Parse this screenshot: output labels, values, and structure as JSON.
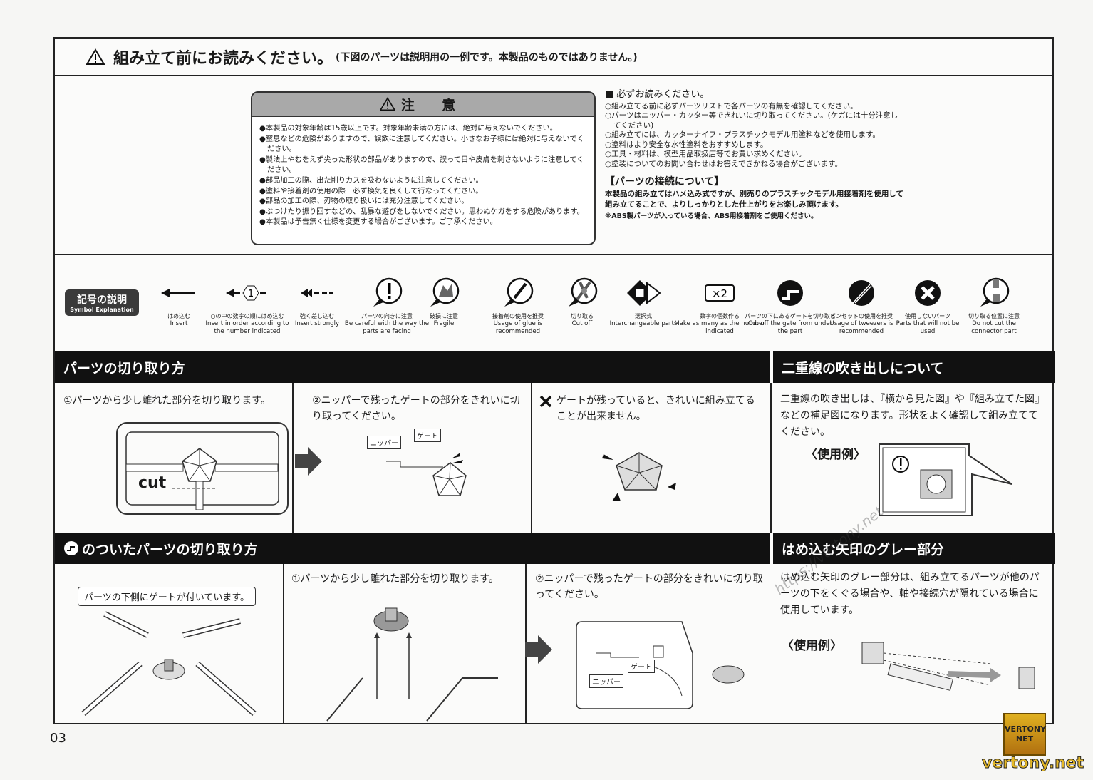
{
  "header": {
    "title": "組み立て前にお読みください。",
    "subtitle": "(下図のパーツは説明用の一例です。本製品のものではありません。)"
  },
  "caution": {
    "title": "注 意",
    "items": [
      "●本製品の対象年齢は15歳以上です。対象年齢未満の方には、絶対に与えないでください。",
      "●窒息などの危険がありますので、誤飲に注意してください。小さなお子様には絶対に与えないでください。",
      "●製法上やむをえず尖った形状の部品がありますので、誤って目や皮膚を刺さないように注意してください。",
      "●部品加工の際、出た削りカスを吸わないように注意してください。",
      "●塗料や接着剤の使用の際　必ず換気を良くして行なってください。",
      "●部品の加工の際、刃物の取り扱いには充分注意してください。",
      "●ぶつけたり振り回すなどの、乱暴な遊びをしないでください。思わぬケガをする危険があります。",
      "●本製品は予告無く仕様を変更する場合がございます。ご了承ください。"
    ]
  },
  "must_read": {
    "title": "■ 必ずお読みください。",
    "items": [
      "○組み立てる前に必ずパーツリストで各パーツの有無を確認してください。",
      "○パーツはニッパー・カッター等できれいに切り取ってください。(ケガには十分注意してください)",
      "○組み立てには、カッターナイフ・プラスチックモデル用塗料などを使用します。",
      "○塗料はより安全な水性塗料をおすすめします。",
      "○工具・材料は、模型用品取扱店等でお買い求めください。",
      "○塗装についてのお問い合わせはお答えできかねる場合がございます。"
    ],
    "connect_title": "【パーツの接続について】",
    "connect_body": "本製品の組み立てはハメ込み式ですが、別売りのプラスチックモデル用接着剤を使用して組み立てることで、よりしっかりとした仕上がりをお楽しみ頂けます。",
    "connect_note": "※ABS製パーツが入っている場合、ABS用接着剤をご使用ください。"
  },
  "symbols": {
    "title_jp": "記号の説明",
    "title_en": "Symbol Explanation",
    "items": [
      {
        "icon": "arrow-insert-icon",
        "jp": "はめ込む",
        "en": "Insert"
      },
      {
        "icon": "numbered-arrow-icon",
        "jp": "○の中の数字の順にはめ込む",
        "en": "Insert in order according to the number indicated",
        "num": "1"
      },
      {
        "icon": "strong-arrow-icon",
        "jp": "強く差し込む",
        "en": "Insert strongly"
      },
      {
        "icon": "exclamation-icon",
        "jp": "パーツの向きに注意",
        "en": "Be careful with the way the parts are facing"
      },
      {
        "icon": "fragile-icon",
        "jp": "破損に注意",
        "en": "Fragile"
      },
      {
        "icon": "glue-icon",
        "jp": "接着剤の使用を推奨",
        "en": "Usage of glue is recommended"
      },
      {
        "icon": "nipper-icon",
        "jp": "切り取る",
        "en": "Cut off"
      },
      {
        "icon": "interchangeable-icon",
        "jp": "選択式",
        "en": "Interchangeable parts"
      },
      {
        "icon": "multiply-icon",
        "jp": "数字の個数作る",
        "en": "Make as many as the number indicated",
        "num": "×2"
      },
      {
        "icon": "gate-under-icon",
        "jp": "パーツの下にあるゲートを切り取る",
        "en": "Cut off the gate from under the part"
      },
      {
        "icon": "tweezers-icon",
        "jp": "ピンセットの使用を推奨",
        "en": "Usage of tweezers is recommended"
      },
      {
        "icon": "unused-icon",
        "jp": "使用しないパーツ",
        "en": "Parts that will not be used"
      },
      {
        "icon": "connector-icon",
        "jp": "切り取る位置に注意",
        "en": "Do not cut the connector part"
      }
    ]
  },
  "cutting": {
    "title": "パーツの切り取り方",
    "step1": "①パーツから少し離れた部分を切り取ります。",
    "cut_label": "cut",
    "step2": "②ニッパーで残ったゲートの部分をきれいに切り取ってください。",
    "nipper_label": "ニッパー",
    "gate_label": "ゲート",
    "bad": "ゲートが残っていると、きれいに組み立てることが出来ません。"
  },
  "double_line": {
    "title": "二重線の吹き出しについて",
    "body": "二重線の吹き出しは、『横から見た図』や『組み立てた図』などの補足図になります。形状をよく確認して組み立ててください。",
    "example": "〈使用例〉"
  },
  "under_gate": {
    "title": "のついたパーツの切り取り方",
    "callout": "パーツの下側にゲートが付いています。",
    "step1": "①パーツから少し離れた部分を切り取ります。",
    "step2": "②ニッパーで残ったゲートの部分をきれいに切り取ってください。",
    "nipper_label": "ニッパー",
    "gate_label": "ゲート"
  },
  "gray_arrow": {
    "title": "はめ込む矢印のグレー部分",
    "body": "はめ込む矢印のグレー部分は、組み立てるパーツが他のパーツの下をくぐる場合や、軸や接続穴が隠れている場合に使用しています。",
    "example": "〈使用例〉"
  },
  "page_number": "03",
  "watermark": {
    "url": "https://vertony.net",
    "logo": "VERTONY NET",
    "site": "vertony.net"
  }
}
